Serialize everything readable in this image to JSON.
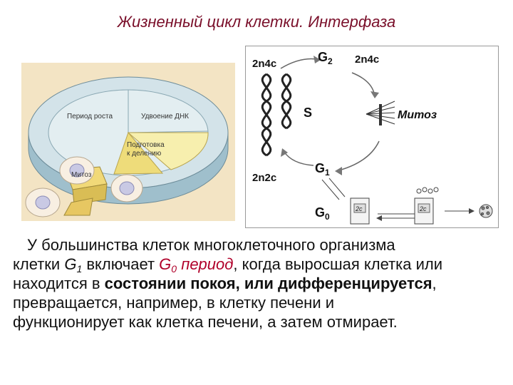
{
  "slide": {
    "title": "Жизненный цикл клетки. Интерфаза"
  },
  "wheel_figure": {
    "label_growth": "Период роста",
    "label_dna": "Удвоение ДНК",
    "label_prep_1": "Подготовка",
    "label_prep_2": "к делению",
    "label_mitosis": "Митоз",
    "colors": {
      "background": "#f3e4c4",
      "wheel_top": "#cfe0e6",
      "wheel_side": "#a8c6d2",
      "wedge_prep": "#f6eeab",
      "wedge_mitosis": "#eedc7a"
    }
  },
  "cycle_figure": {
    "top_left_label": "2n4c",
    "g2_letter": "G",
    "g2_sub": "2",
    "top_right_label": "2n4c",
    "s_label": "S",
    "mitosis_label": "Митоз",
    "bottom_left_label": "2n2c",
    "g1_letter": "G",
    "g1_sub": "1",
    "g0_letter": "G",
    "g0_sub": "0",
    "cell_label_1": "2c",
    "cell_label_2": "2c"
  },
  "paragraph": {
    "l1": "У большинства клеток многоклеточного организма",
    "l2_a": "клетки ",
    "l2_g": "G",
    "l2_sub1": "1",
    "l2_b": " включает ",
    "l2_g0": "G",
    "l2_sub0": "0",
    "l2_period": " период",
    "l2_c": ", когда выросшая клетка или",
    "l3_a": "находится в ",
    "l3_bold": "состоянии покоя, или дифференцируется",
    "l3_c": ",",
    "l4": "превращается, например, в клетку печени и",
    "l5": "функционирует как клетка печени, а затем отмирает."
  }
}
